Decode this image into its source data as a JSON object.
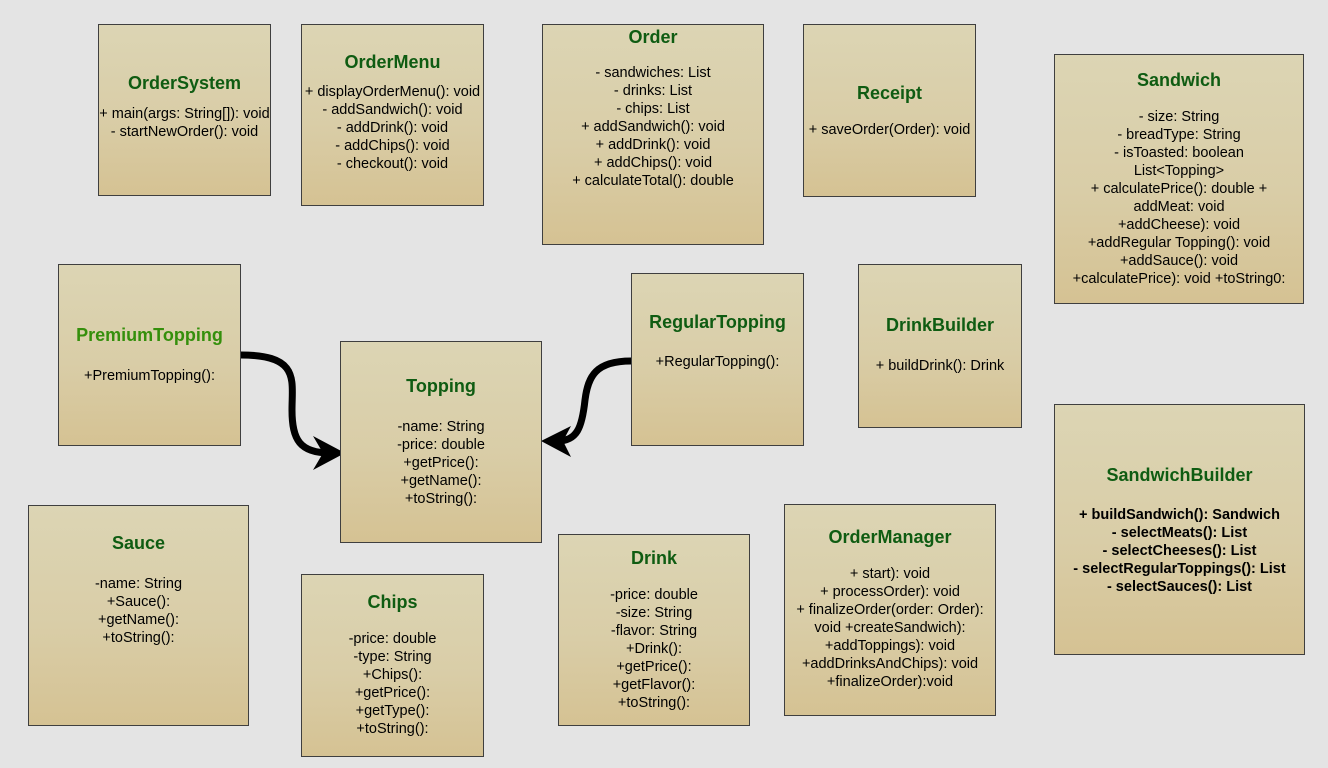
{
  "classes": {
    "order_system": {
      "name": "OrderSystem",
      "members": [
        "+ main(args: String[]): void",
        "- startNewOrder(): void"
      ]
    },
    "order_menu": {
      "name": "OrderMenu",
      "members": [
        "+ displayOrderMenu(): void",
        "- addSandwich(): void",
        "- addDrink(): void",
        "- addChips(): void",
        "- checkout(): void"
      ]
    },
    "order": {
      "name": "Order",
      "members": [
        "- sandwiches: List",
        "- drinks: List",
        "- chips: List",
        "+ addSandwich(): void",
        "+ addDrink(): void",
        "+ addChips(): void",
        "+ calculateTotal(): double"
      ]
    },
    "receipt": {
      "name": "Receipt",
      "members": [
        "+ saveOrder(Order): void"
      ]
    },
    "sandwich": {
      "name": "Sandwich",
      "members": [
        "- size: String",
        "- breadType: String",
        "- isToasted: boolean",
        "List<Topping>",
        "+ calculatePrice(): double +",
        "addMeat: void",
        "+addCheese): void",
        "+addRegular Topping(): void",
        "+addSauce(): void",
        "+calculatePrice): void +toString0:"
      ]
    },
    "premium_topping": {
      "name": "PremiumTopping",
      "members": [
        "+PremiumTopping():"
      ]
    },
    "topping": {
      "name": "Topping",
      "members": [
        "-name: String",
        "-price: double",
        "+getPrice():",
        "+getName():",
        "+toString():"
      ]
    },
    "regular_topping": {
      "name": "RegularTopping",
      "members": [
        "+RegularTopping():"
      ]
    },
    "drink_builder": {
      "name": "DrinkBuilder",
      "members": [
        "+ buildDrink(): Drink"
      ]
    },
    "sandwich_builder": {
      "name": "SandwichBuilder",
      "members": [
        "+ buildSandwich(): Sandwich",
        "- selectMeats(): List",
        "- selectCheeses(): List",
        "- selectRegularToppings(): List",
        "- selectSauces(): List"
      ]
    },
    "sauce": {
      "name": "Sauce",
      "members": [
        "-name: String",
        "+Sauce():",
        "+getName():",
        "+toString():"
      ]
    },
    "chips": {
      "name": "Chips",
      "members": [
        "-price: double",
        "-type: String",
        "+Chips():",
        "+getPrice():",
        "+getType():",
        "+toString():"
      ]
    },
    "drink": {
      "name": "Drink",
      "members": [
        "-price: double",
        "-size: String",
        "-flavor: String",
        "+Drink():",
        "+getPrice():",
        "+getFlavor():",
        "+toString():"
      ]
    },
    "order_manager": {
      "name": "OrderManager",
      "members": [
        "+ start): void",
        "+ processOrder): void",
        "+ finalizeOrder(order: Order):",
        "void +createSandwich):",
        "+addToppings): void",
        "+addDrinksAndChips): void",
        "+finalizeOrder):void"
      ]
    }
  },
  "relations": [
    {
      "from": "PremiumTopping",
      "to": "Topping",
      "kind": "inheritance"
    },
    {
      "from": "RegularTopping",
      "to": "Topping",
      "kind": "inheritance"
    }
  ],
  "colors": {
    "background": "#e4e4e4",
    "title": "#0f5c12",
    "title_light": "#358f0c",
    "box_border": "#3f3f3f",
    "arrow": "#000000"
  }
}
